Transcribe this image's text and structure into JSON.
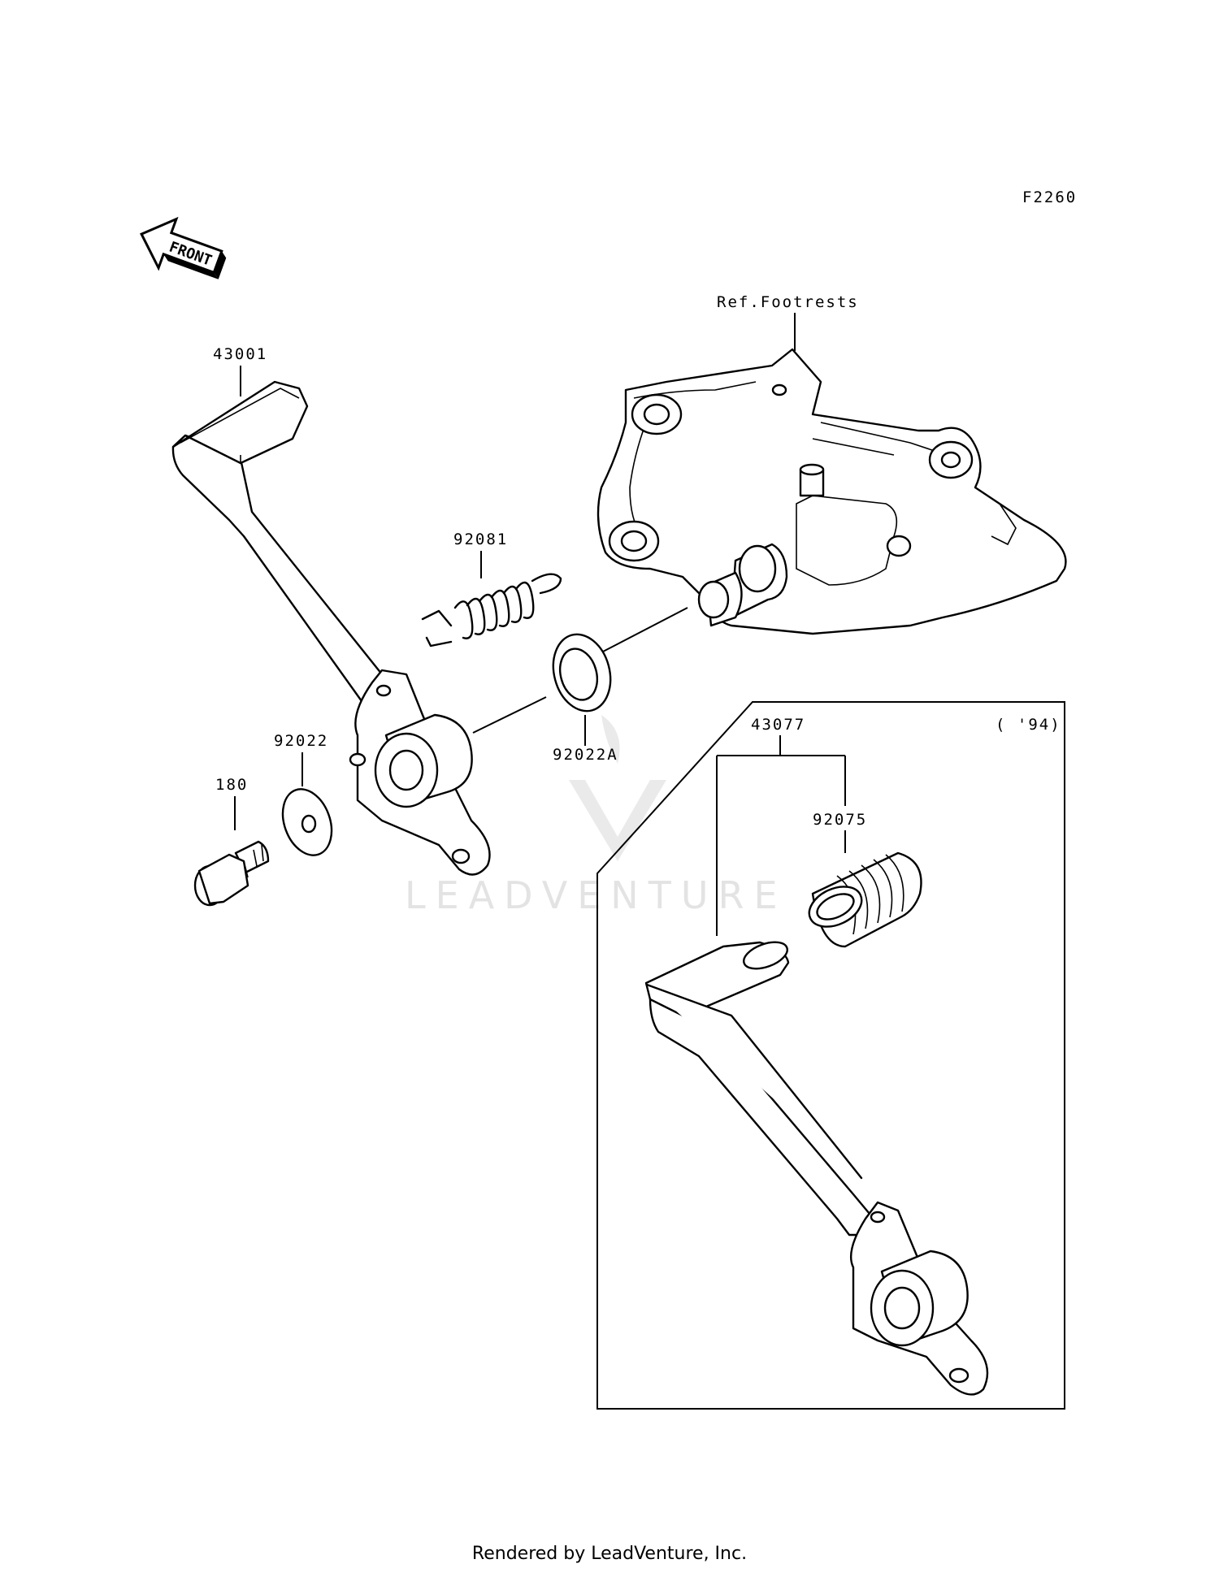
{
  "diagram_code": "F2260",
  "front_arrow_label": "FRONT",
  "watermark": "LEADVENTURE",
  "footer": "Rendered by LeadVenture, Inc.",
  "inset_year": "( '94)",
  "parts": {
    "pedal_main": "43001",
    "spring": "92081",
    "footrest_ref": "Ref.Footrests",
    "washer_outer": "92022",
    "washer_inner": "92022A",
    "bolt": "180",
    "pedal_94": "43077",
    "rubber": "92075"
  }
}
